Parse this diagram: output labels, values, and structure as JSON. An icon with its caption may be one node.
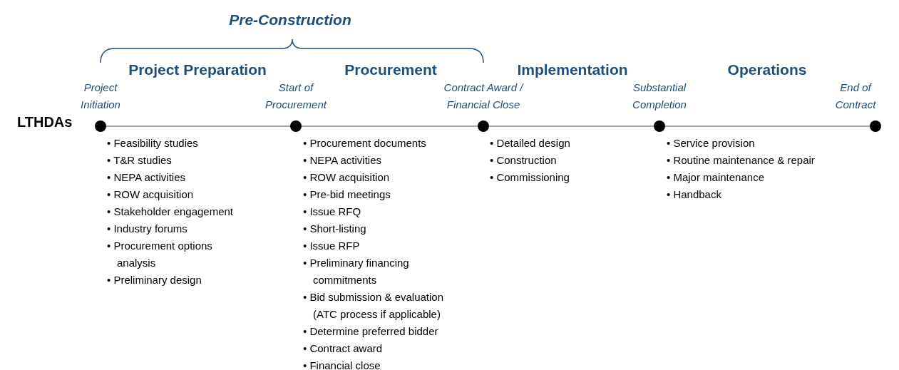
{
  "diagram": {
    "nodes": [
      {
        "text": [
          "Project Initiation"
        ]
      },
      {
        "text": [
          "Start of Procurement"
        ]
      },
      {
        "text": [
          "Contract Award / Financial Close"
        ]
      },
      {
        "text": [
          "Substantial Completion"
        ]
      },
      {
        "text": [
          "End of Contract"
        ]
      }
    ],
    "edges": [
      {
        "from": 0,
        "to": 1,
        "arrow": "none"
      },
      {
        "from": 1,
        "to": 2,
        "arrow": "none"
      },
      {
        "from": 2,
        "to": 3,
        "arrow": "none"
      },
      {
        "from": 3,
        "to": 4,
        "arrow": "none"
      }
    ],
    "labels": [
      "Pre-Construction",
      "Project Preparation",
      "Procurement",
      "Implementation",
      "Operations",
      "LTHDAs",
      "• Feasibility studies",
      "• T&R studies",
      "• NEPA activities",
      "• ROW acquisition",
      "• Stakeholder engagement",
      "• Industry forums",
      "• Procurement options analysis",
      "• Preliminary design",
      "• Procurement documents",
      "• NEPA activities",
      "• ROW acquisition",
      "• Pre-bid meetings",
      "• Issue RFQ",
      "• Short-listing",
      "• Issue RFP",
      "• Preliminary financing commitments",
      "• Bid submission & evaluation (ATC process if applicable)",
      "• Determine preferred bidder",
      "• Contract award",
      "• Financial close",
      "• Detailed design",
      "• Construction",
      "• Commissioning",
      "• Service provision",
      "• Routine maintenance & repair",
      "• Major maintenance",
      "• Handback"
    ]
  }
}
